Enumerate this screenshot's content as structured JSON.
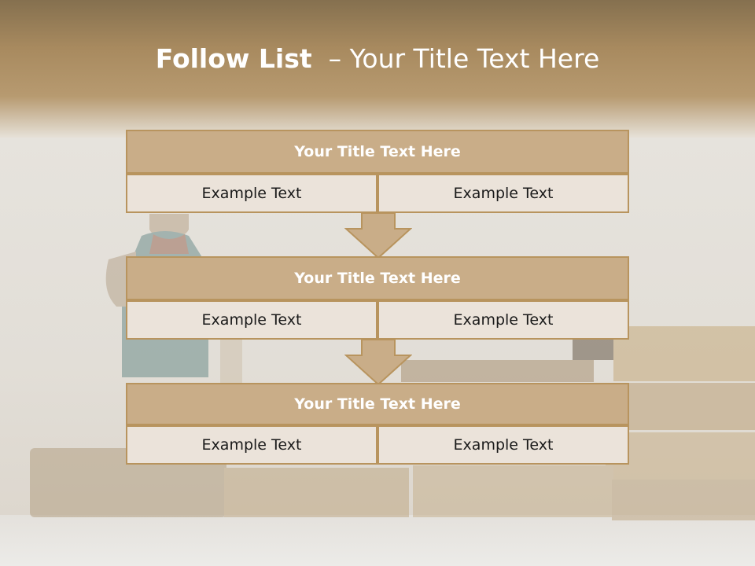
{
  "slide": {
    "title_strong": "Follow List",
    "title_rest": "  – Your Title Text Here"
  },
  "rows": [
    {
      "heading": "Your Title Text Here",
      "left": "Example Text",
      "right": "Example Text"
    },
    {
      "heading": "Your Title Text Here",
      "left": "Example Text",
      "right": "Example Text"
    },
    {
      "heading": "Your Title Text Here",
      "left": "Example Text",
      "right": "Example Text"
    }
  ],
  "colors": {
    "header_fill": "#c9ad88",
    "cell_fill": "#ebe3da",
    "border": "#b8945e",
    "title_text": "#ffffff"
  }
}
